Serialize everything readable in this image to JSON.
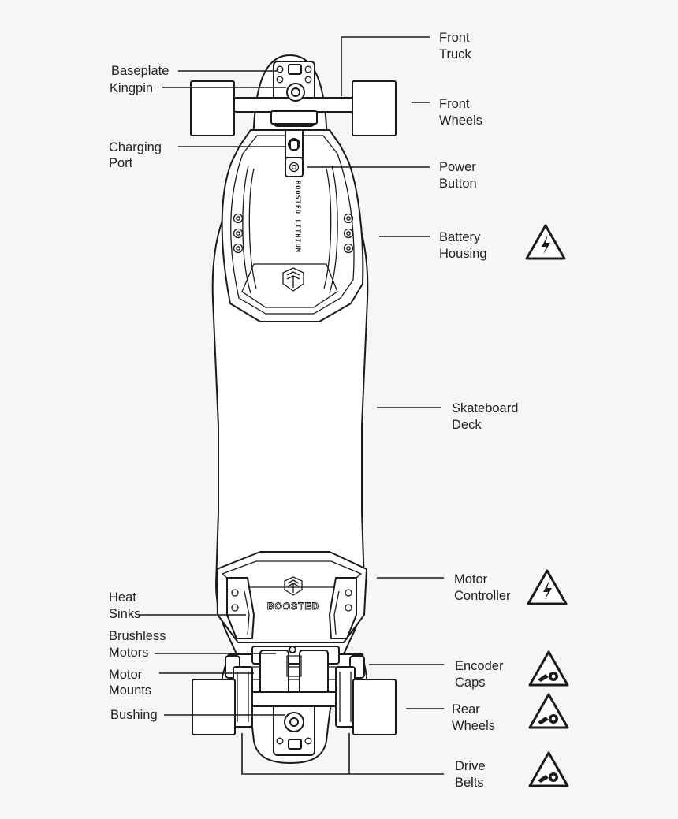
{
  "labels": {
    "front_truck": [
      "Front",
      "Truck"
    ],
    "baseplate": "Baseplate",
    "kingpin": "Kingpin",
    "front_wheels": [
      "Front",
      "Wheels"
    ],
    "charging_port": [
      "Charging",
      "Port"
    ],
    "power_button": [
      "Power",
      "Button"
    ],
    "battery_housing": [
      "Battery",
      "Housing"
    ],
    "skateboard_deck": [
      "Skateboard",
      "Deck"
    ],
    "motor_controller": [
      "Motor",
      "Controller"
    ],
    "heat_sinks": [
      "Heat",
      "Sinks"
    ],
    "brushless_motors": [
      "Brushless",
      "Motors"
    ],
    "motor_mounts": [
      "Motor",
      "Mounts"
    ],
    "encoder_caps": [
      "Encoder",
      "Caps"
    ],
    "bushing": "Bushing",
    "rear_wheels": [
      "Rear",
      "Wheels"
    ],
    "drive_belts": [
      "Drive",
      "Belts"
    ]
  },
  "board_text": {
    "battery_brand": "BOOSTED LITHIUM",
    "controller_brand": "BOOSTED"
  },
  "warnings": [
    {
      "for": "battery-housing",
      "icon": "electric-shock-warning-icon"
    },
    {
      "for": "motor-controller",
      "icon": "electric-shock-warning-icon"
    },
    {
      "for": "encoder-caps",
      "icon": "pinch-hazard-warning-icon"
    },
    {
      "for": "rear-wheels",
      "icon": "pinch-hazard-warning-icon"
    },
    {
      "for": "drive-belts",
      "icon": "pinch-hazard-warning-icon"
    }
  ],
  "colors": {
    "background": "#f6f6f6",
    "line": "#1a1a1a",
    "fill": "#ffffff"
  }
}
